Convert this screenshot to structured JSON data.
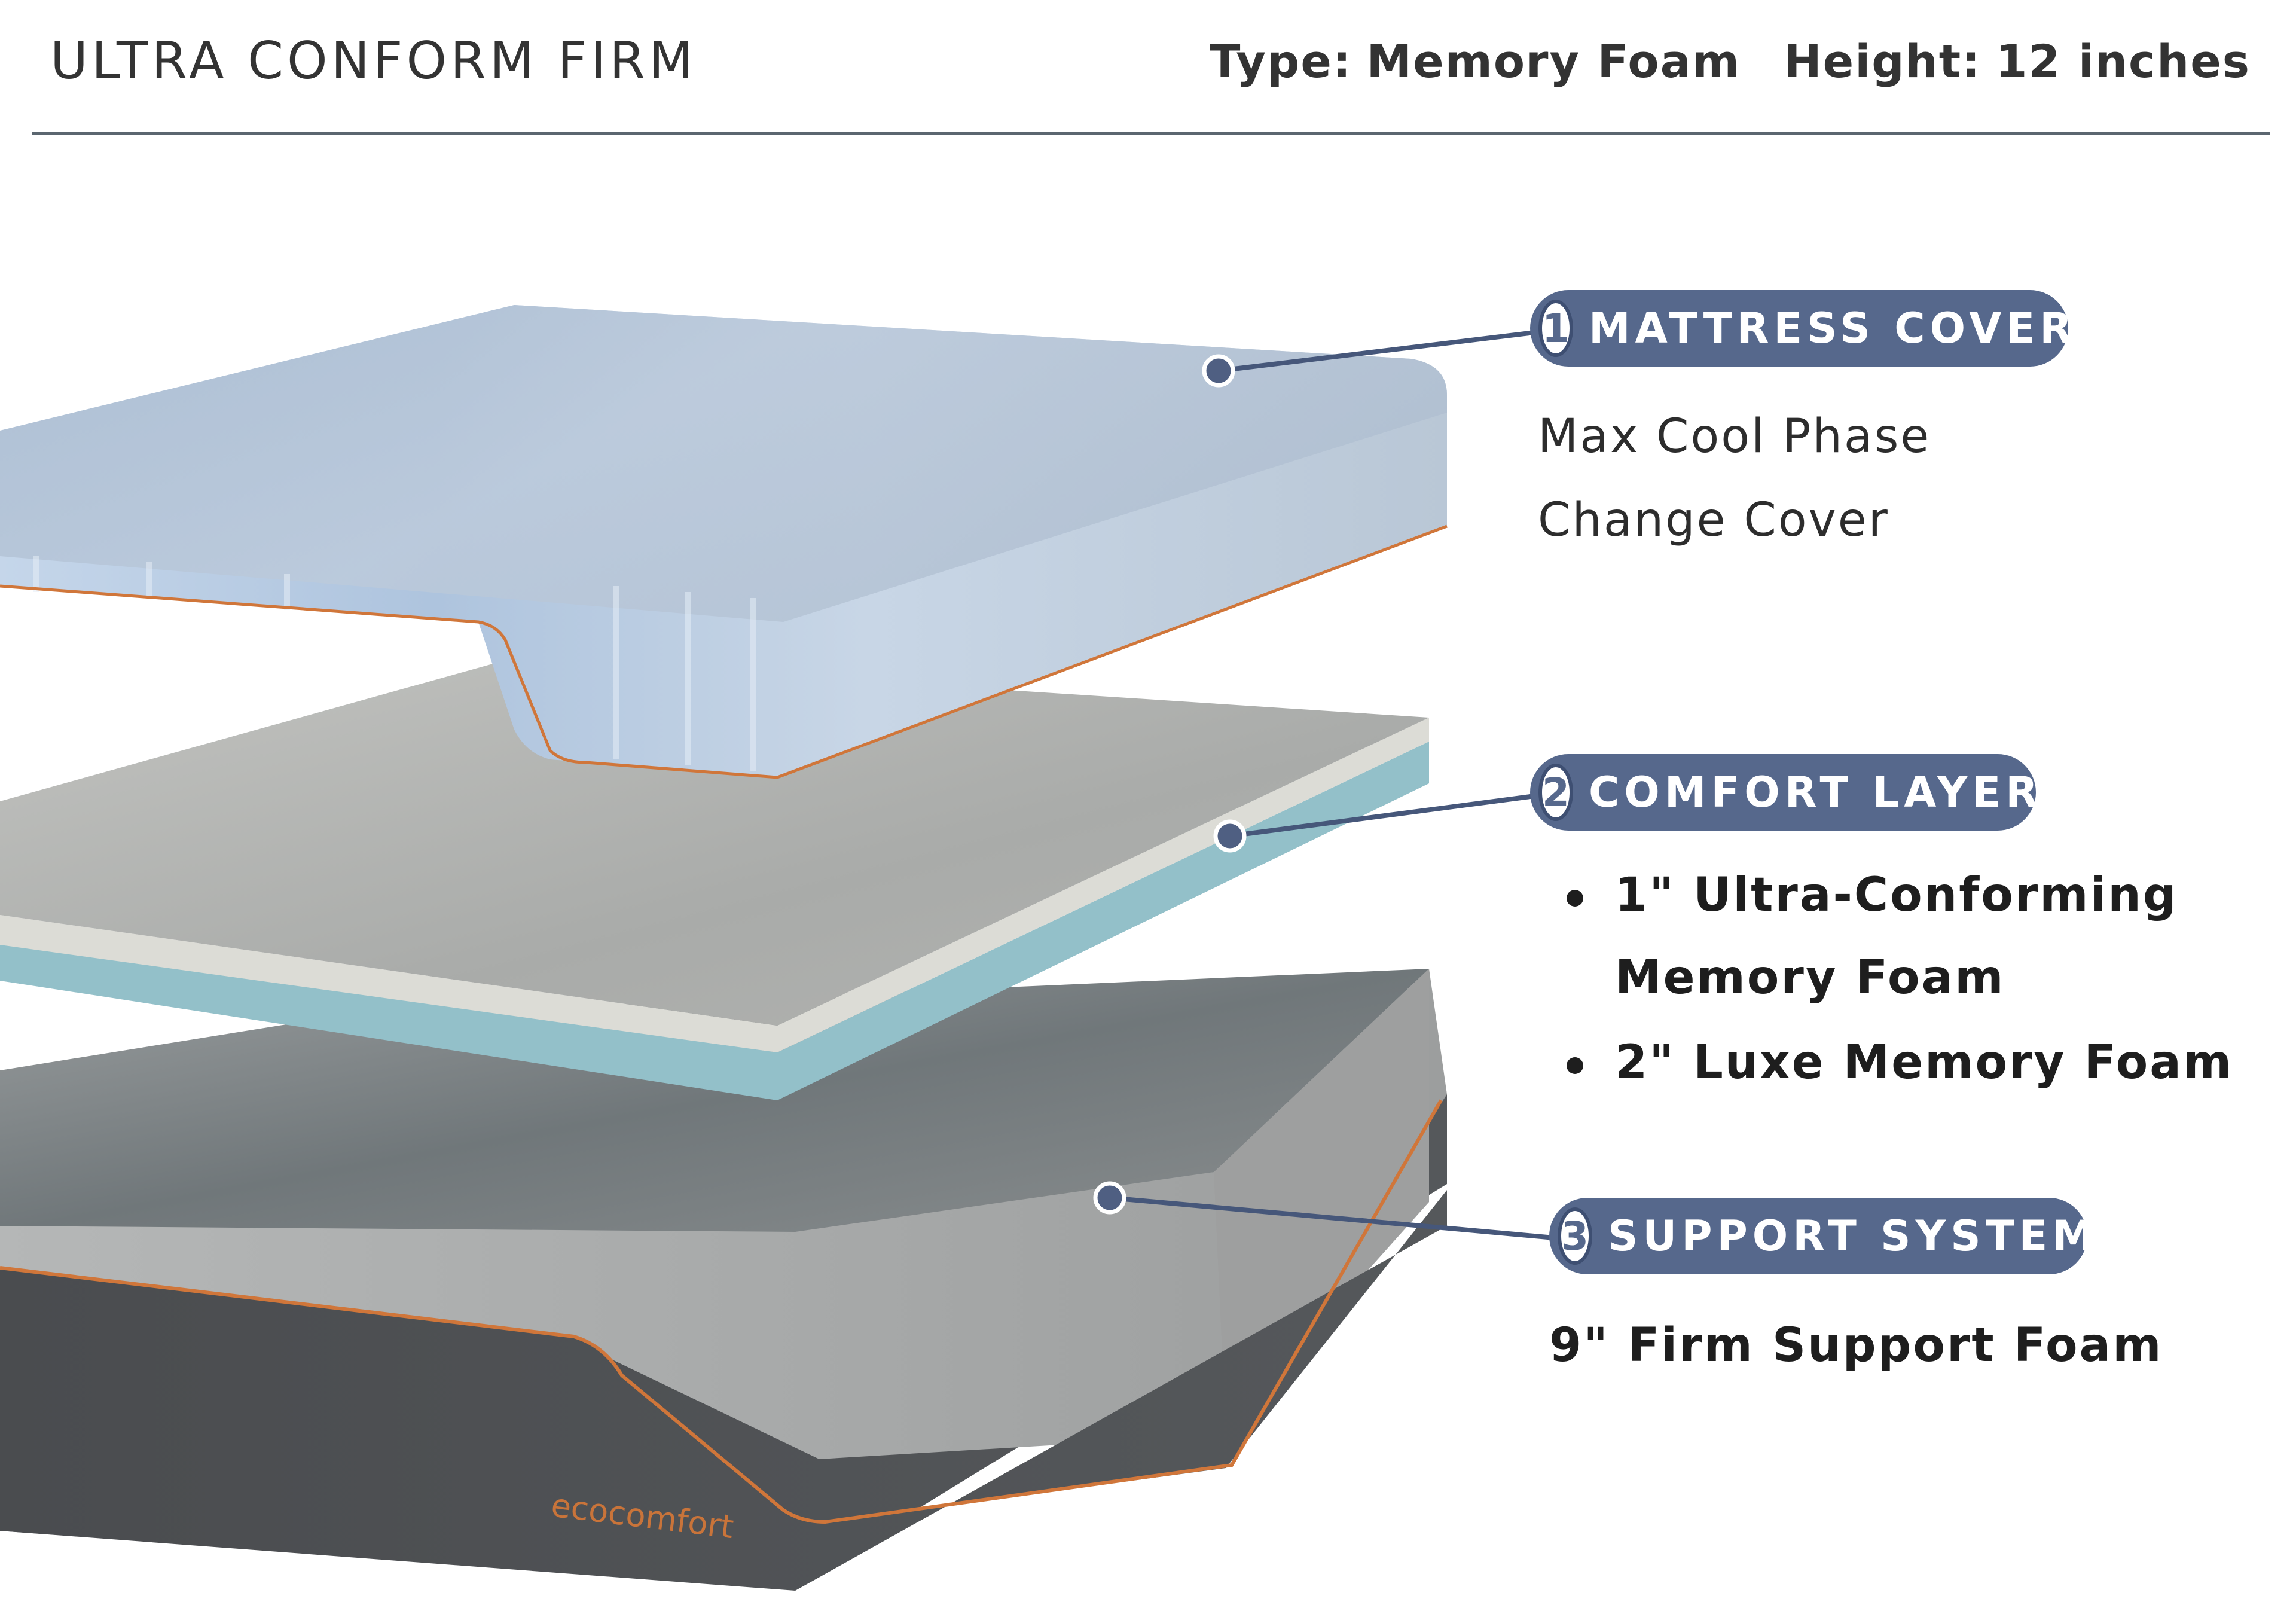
{
  "header": {
    "title": "ULTRA CONFORM FIRM",
    "type_label": "Type:",
    "type_value": "Memory Foam",
    "height_label": "Height:",
    "height_value": "12 inches"
  },
  "illustration": {
    "brand_logo": "ecocomfort",
    "colors": {
      "cover": "#b7c6d6",
      "cover_side": "#c3d2e2",
      "piping": "#d0763a",
      "comfort_top": "#b4b6b3",
      "comfort_edge": "#d9d9d2",
      "comfort_base": "#93c0c9",
      "support_top": "#7d8384",
      "support_side": "#a9abab",
      "base_fabric": "#4e5154",
      "callout": "#56688c"
    }
  },
  "callouts": [
    {
      "number": "1",
      "label": "MATTRESS COVER",
      "lines": [
        "Max Cool Phase",
        "Change Cover"
      ]
    },
    {
      "number": "2",
      "label": "COMFORT LAYER",
      "bullets": [
        "1\" Ultra-Conforming",
        "Memory Foam",
        "2\" Luxe Memory Foam"
      ]
    },
    {
      "number": "3",
      "label": "SUPPORT SYSTEM",
      "lines": [
        "9\" Firm Support Foam"
      ]
    }
  ]
}
